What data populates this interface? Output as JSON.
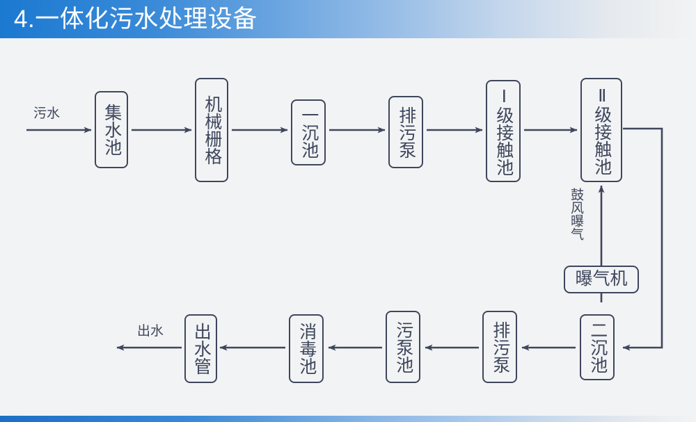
{
  "header": {
    "title": "4.一体化污水处理设备",
    "bg_start": "#1b79d0",
    "bg_end": "#f2f3f4"
  },
  "colors": {
    "stroke": "#3d465c",
    "canvas_bg": "#f2f3f4",
    "accent_blue": "#1b79d0"
  },
  "diagram": {
    "type": "process-flowchart",
    "inlet_label": "污水",
    "outlet_label": "出水",
    "aeration_label": "鼓风曝气",
    "top_row": [
      {
        "id": "jishuichi",
        "label": "集水池",
        "chars": 3
      },
      {
        "id": "jixieshange",
        "label": "机械栅格",
        "chars": 4
      },
      {
        "id": "yichenchi",
        "label": "一沉池",
        "chars": 3
      },
      {
        "id": "paiwubeng",
        "label": "排污泵",
        "chars": 3
      },
      {
        "id": "yijijiechu",
        "label": "Ⅰ级接触池",
        "chars": 5
      },
      {
        "id": "erjijiechu",
        "label": "Ⅱ级接触池",
        "chars": 5
      }
    ],
    "bottom_row": [
      {
        "id": "chushuiguan",
        "label": "出水管",
        "chars": 3
      },
      {
        "id": "xiaoduchi",
        "label": "消毒池",
        "chars": 3
      },
      {
        "id": "wubengchi",
        "label": "污泵池",
        "chars": 3
      },
      {
        "id": "paiwubeng2",
        "label": "排污泵",
        "chars": 3
      },
      {
        "id": "erchenchi",
        "label": "二沉池",
        "chars": 3
      }
    ],
    "aux": [
      {
        "id": "puqiji",
        "label": "曝气机"
      }
    ]
  }
}
